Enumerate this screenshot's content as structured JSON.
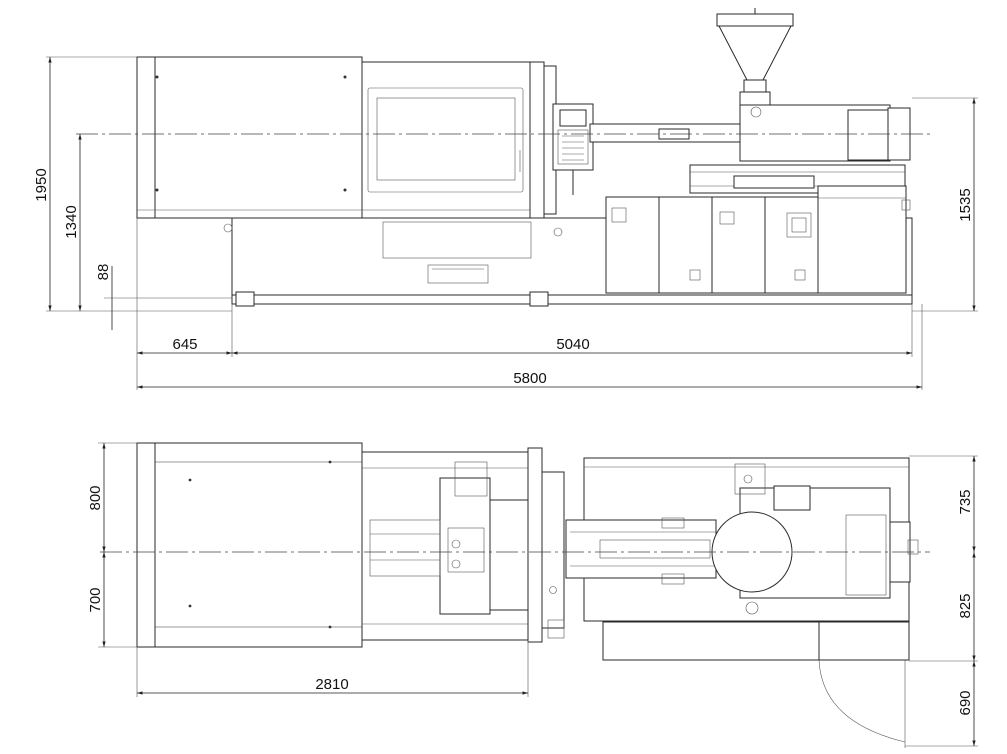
{
  "drawing": {
    "side_view": {
      "dimensions": {
        "total_height": "1950",
        "axis_height": "1340",
        "base_clearance": "88",
        "right_height": "1535",
        "left_overhang": "645",
        "frame_length": "5040",
        "total_length": "5800"
      }
    },
    "top_view": {
      "dimensions": {
        "upper_width": "800",
        "lower_width": "700",
        "clamp_length": "2810",
        "right_upper": "735",
        "right_lower": "825",
        "door_swing": "690"
      }
    }
  }
}
